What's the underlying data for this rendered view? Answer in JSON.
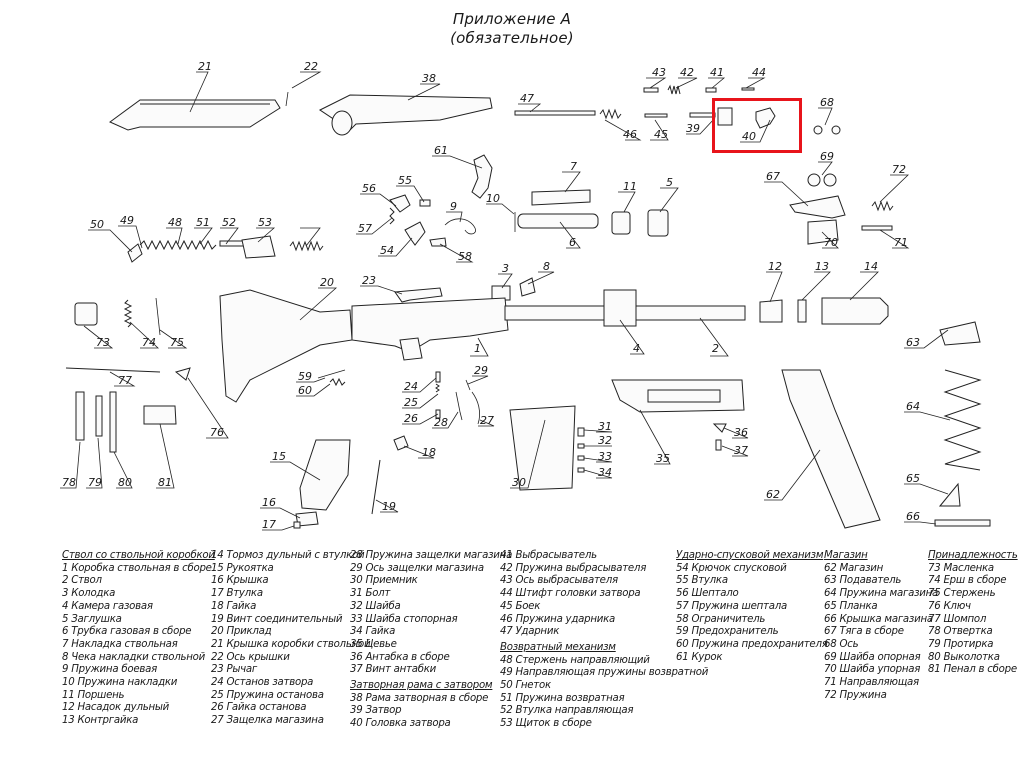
{
  "header": {
    "title": "Приложение А",
    "subtitle": "(обязательное)"
  },
  "highlight_color": "#e8141b",
  "callouts": [
    "1",
    "2",
    "3",
    "4",
    "5",
    "6",
    "7",
    "8",
    "9",
    "10",
    "11",
    "12",
    "13",
    "14",
    "15",
    "16",
    "17",
    "18",
    "19",
    "20",
    "21",
    "22",
    "23",
    "24",
    "25",
    "26",
    "27",
    "28",
    "29",
    "30",
    "31",
    "32",
    "33",
    "34",
    "35",
    "36",
    "37",
    "38",
    "39",
    "40",
    "41",
    "42",
    "43",
    "44",
    "45",
    "46",
    "47",
    "48",
    "49",
    "50",
    "51",
    "52",
    "53",
    "54",
    "55",
    "56",
    "57",
    "58",
    "59",
    "60",
    "61",
    "62",
    "63",
    "64",
    "65",
    "66",
    "67",
    "68",
    "69",
    "70",
    "71",
    "72",
    "73",
    "74",
    "75",
    "76",
    "77",
    "78",
    "79",
    "80",
    "81"
  ],
  "legend": {
    "col1": [
      {
        "t": "Ствол со ствольной коробкой",
        "g": true
      },
      {
        "t": "1 Коробка ствольная в сборе"
      },
      {
        "t": "2 Ствол"
      },
      {
        "t": "3 Колодка"
      },
      {
        "t": "4 Камера газовая"
      },
      {
        "t": "5 Заглушка"
      },
      {
        "t": "6 Трубка газовая в сборе"
      },
      {
        "t": "7 Накладка ствольная"
      },
      {
        "t": "8 Чека накладки ствольной"
      },
      {
        "t": "9 Пружина боевая"
      },
      {
        "t": "10 Пружина накладки"
      },
      {
        "t": "11 Поршень"
      },
      {
        "t": "12 Насадок дульный"
      },
      {
        "t": "13 Контргайка"
      }
    ],
    "col2": [
      {
        "t": "14 Тормоз дульный с втулкой"
      },
      {
        "t": "15 Рукоятка"
      },
      {
        "t": "16 Крышка"
      },
      {
        "t": "17 Втулка"
      },
      {
        "t": "18 Гайка"
      },
      {
        "t": "19 Винт соединительный"
      },
      {
        "t": "20 Приклад"
      },
      {
        "t": "21 Крышка коробки ствольной"
      },
      {
        "t": "22 Ось крышки"
      },
      {
        "t": "23 Рычаг"
      },
      {
        "t": "24 Останов затвора"
      },
      {
        "t": "25 Пружина останова"
      },
      {
        "t": "26 Гайка останова"
      },
      {
        "t": "27 Защелка магазина"
      }
    ],
    "col3": [
      {
        "t": "28 Пружина защелки магазина"
      },
      {
        "t": "29 Ось защелки магазина"
      },
      {
        "t": "30 Приемник"
      },
      {
        "t": "31 Болт"
      },
      {
        "t": "32 Шайба"
      },
      {
        "t": "33 Шайба стопорная"
      },
      {
        "t": "34 Гайка"
      },
      {
        "t": "35 Цевье"
      },
      {
        "t": "36 Антабка в сборе"
      },
      {
        "t": "37 Винт антабки"
      },
      {
        "t": "Затворная рама с затвором",
        "g": true
      },
      {
        "t": "38 Рама затворная в сборе"
      },
      {
        "t": "39 Затвор"
      },
      {
        "t": "40 Головка затвора"
      }
    ],
    "col4": [
      {
        "t": "41 Выбрасыватель"
      },
      {
        "t": "42 Пружина выбрасывателя"
      },
      {
        "t": "43 Ось выбрасывателя"
      },
      {
        "t": "44 Штифт головки затвора"
      },
      {
        "t": "45 Боек"
      },
      {
        "t": "46 Пружина ударника"
      },
      {
        "t": "47 Ударник"
      },
      {
        "t": "Возвратный механизм",
        "g": true
      },
      {
        "t": "48 Стержень направляющий"
      },
      {
        "t": "49 Направляющая пружины возвратной"
      },
      {
        "t": "50 Гнеток"
      },
      {
        "t": "51 Пружина возвратная"
      },
      {
        "t": "52 Втулка направляющая"
      },
      {
        "t": "53 Щиток в сборе"
      }
    ],
    "col5": [
      {
        "t": "Ударно-спусковой механизм",
        "g": true
      },
      {
        "t": "54 Крючок спусковой"
      },
      {
        "t": "55 Втулка"
      },
      {
        "t": "56 Шептало"
      },
      {
        "t": "57 Пружина шептала"
      },
      {
        "t": "58 Ограничитель"
      },
      {
        "t": "59 Предохранитель"
      },
      {
        "t": "60 Пружина предохранителя"
      },
      {
        "t": "61 Курок"
      }
    ],
    "col6": [
      {
        "t": "Магазин",
        "g": true
      },
      {
        "t": "62 Магазин"
      },
      {
        "t": "63 Подаватель"
      },
      {
        "t": "64 Пружина магазина"
      },
      {
        "t": "65 Планка"
      },
      {
        "t": "66 Крышка магазина"
      },
      {
        "t": "67 Тяга в сборе"
      },
      {
        "t": "68 Ось"
      },
      {
        "t": "69 Шайба опорная"
      },
      {
        "t": "70 Шайба упорная"
      },
      {
        "t": "71 Направляющая"
      },
      {
        "t": "72 Пружина"
      }
    ],
    "col7": [
      {
        "t": "Принадлежность",
        "g": true
      },
      {
        "t": "73 Масленка"
      },
      {
        "t": "74 Ерш в сборе"
      },
      {
        "t": "75 Стержень"
      },
      {
        "t": "76 Ключ"
      },
      {
        "t": "77 Шомпол"
      },
      {
        "t": "78 Отвертка"
      },
      {
        "t": "79 Протирка"
      },
      {
        "t": "80 Выколотка"
      },
      {
        "t": "81 Пенал в сборе"
      }
    ]
  }
}
